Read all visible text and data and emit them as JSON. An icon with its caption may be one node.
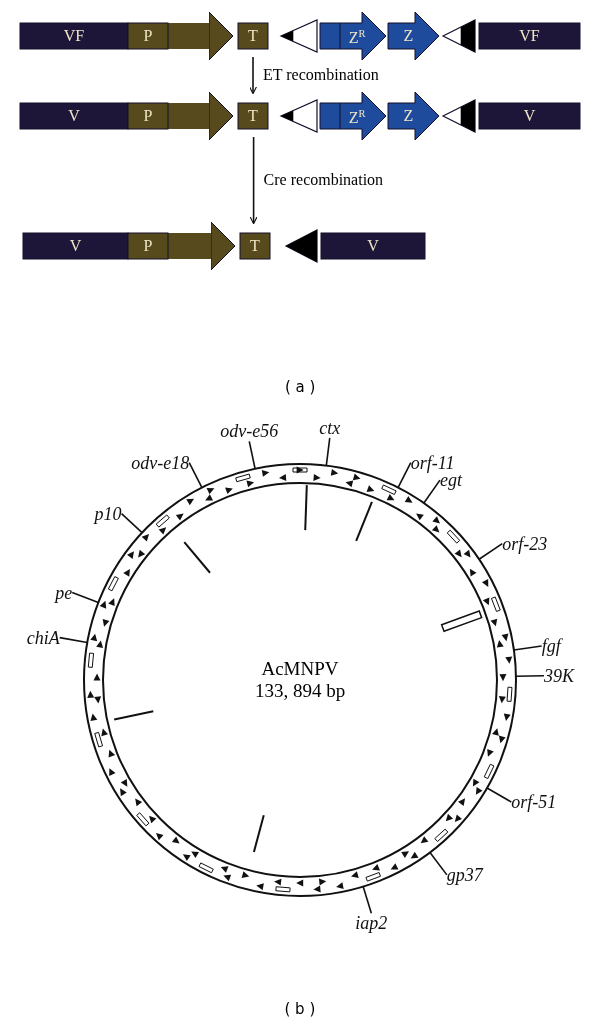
{
  "diagram": {
    "nodes": [
      {
        "text": [
          "VF"
        ]
      },
      {
        "text": [
          "P"
        ]
      },
      {
        "text": [
          "T"
        ]
      },
      {
        "text": [],
        "shape": "triangle"
      },
      {
        "text": [
          "Z$^{R}$"
        ]
      },
      {
        "text": [
          "Z"
        ]
      },
      {
        "text": [],
        "shape": "triangle"
      },
      {
        "text": [
          "VF"
        ]
      },
      {
        "text": [
          "V"
        ]
      },
      {
        "text": [
          "P"
        ]
      },
      {
        "text": [
          "T"
        ]
      },
      {
        "text": [],
        "shape": "triangle"
      },
      {
        "text": [
          "Z$^{R}$"
        ]
      },
      {
        "text": [
          "Z"
        ]
      },
      {
        "text": [],
        "shape": "triangle"
      },
      {
        "text": [
          "V"
        ]
      },
      {
        "text": [
          "V"
        ]
      },
      {
        "text": [
          "P"
        ]
      },
      {
        "text": [
          "T"
        ]
      },
      {
        "text": [],
        "shape": "triangle"
      },
      {
        "text": [
          "V"
        ]
      },
      {
        "text": [
          "AcMNPV",
          "133, 894 bp"
        ]
      },
      {
        "text": [
          "odv-e56"
        ]
      },
      {
        "text": [
          "ctx"
        ]
      },
      {
        "text": [
          "odv-e18"
        ]
      },
      {
        "text": [
          "orf-11"
        ]
      },
      {
        "text": [
          "egt"
        ]
      },
      {
        "text": [
          "p10"
        ]
      },
      {
        "text": [
          "orf-23"
        ]
      },
      {
        "text": [
          "pe"
        ]
      },
      {
        "text": [
          "chiA"
        ]
      },
      {
        "text": [
          "fgf"
        ]
      },
      {
        "text": [
          "39K"
        ]
      },
      {
        "text": [
          "orf-51"
        ]
      },
      {
        "text": [
          "gp37"
        ]
      },
      {
        "text": [
          "iap2"
        ]
      }
    ],
    "edges": [
      {
        "from": 1,
        "to": 2,
        "arrow": "to",
        "style": "thick",
        "color": "#574a1c"
      },
      {
        "from": 2,
        "to": 10,
        "arrow": "to",
        "label": "ET recombination"
      },
      {
        "from": 9,
        "to": 10,
        "arrow": "to",
        "style": "thick",
        "color": "#574a1c"
      },
      {
        "from": 10,
        "to": 18,
        "arrow": "to",
        "label": "Cre recombination"
      },
      {
        "from": 17,
        "to": 18,
        "arrow": "to",
        "style": "thick",
        "color": "#574a1c"
      },
      {
        "from": 22,
        "to": 21,
        "arrow": "none"
      },
      {
        "from": 23,
        "to": 21,
        "arrow": "none"
      },
      {
        "from": 24,
        "to": 21,
        "arrow": "none"
      },
      {
        "from": 25,
        "to": 21,
        "arrow": "none"
      },
      {
        "from": 26,
        "to": 21,
        "arrow": "none"
      },
      {
        "from": 27,
        "to": 21,
        "arrow": "none"
      },
      {
        "from": 28,
        "to": 21,
        "arrow": "none"
      },
      {
        "from": 29,
        "to": 21,
        "arrow": "none"
      },
      {
        "from": 30,
        "to": 21,
        "arrow": "none"
      },
      {
        "from": 31,
        "to": 21,
        "arrow": "none"
      },
      {
        "from": 32,
        "to": 21,
        "arrow": "none"
      },
      {
        "from": 33,
        "to": 21,
        "arrow": "none"
      },
      {
        "from": 34,
        "to": 21,
        "arrow": "none"
      },
      {
        "from": 35,
        "to": 21,
        "arrow": "none"
      }
    ],
    "labels": [
      "( a )",
      "( b )"
    ]
  }
}
